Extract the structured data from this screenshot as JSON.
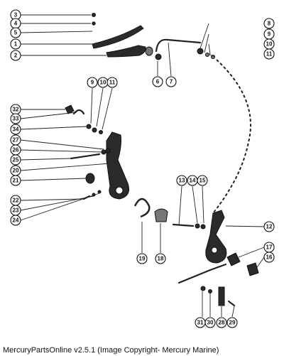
{
  "callouts": [
    "1",
    "2",
    "3",
    "4",
    "5",
    "6",
    "7",
    "8",
    "9",
    "10",
    "11",
    "12",
    "13",
    "14",
    "15",
    "16",
    "17",
    "18",
    "19",
    "20",
    "21",
    "22",
    "23",
    "24",
    "25",
    "26",
    "27",
    "28",
    "29",
    "30",
    "31",
    "32",
    "33",
    "34"
  ],
  "footer": {
    "caption": "MercuryPartsOnline v2.5.1 (Image Copyright- Mercury Marine)"
  }
}
